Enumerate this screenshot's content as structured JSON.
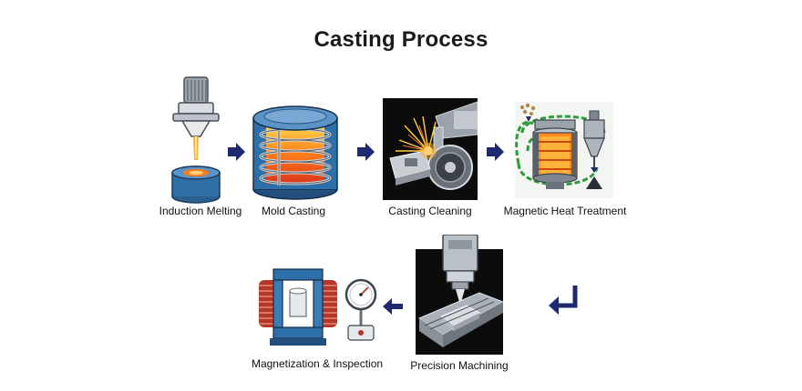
{
  "title": "Casting Process",
  "steps": [
    {
      "label": "Induction Melting",
      "icon": "induction-furnace-icon"
    },
    {
      "label": "Mold Casting",
      "icon": "mold-coil-icon"
    },
    {
      "label": "Casting Cleaning",
      "icon": "grinding-wheel-icon"
    },
    {
      "label": "Magnetic Heat Treatment",
      "icon": "magnetic-furnace-icon"
    },
    {
      "label": "Precision Machining",
      "icon": "cnc-spindle-icon"
    },
    {
      "label": "Magnetization & Inspection",
      "icon": "magnetizer-gauge-icon"
    }
  ],
  "colors": {
    "arrow": "#1f2a6e",
    "steel_blue": "#2f6fa8",
    "molten": "#ff8a1e",
    "coil": "#b5372b",
    "field_green": "#2e9a3c"
  }
}
